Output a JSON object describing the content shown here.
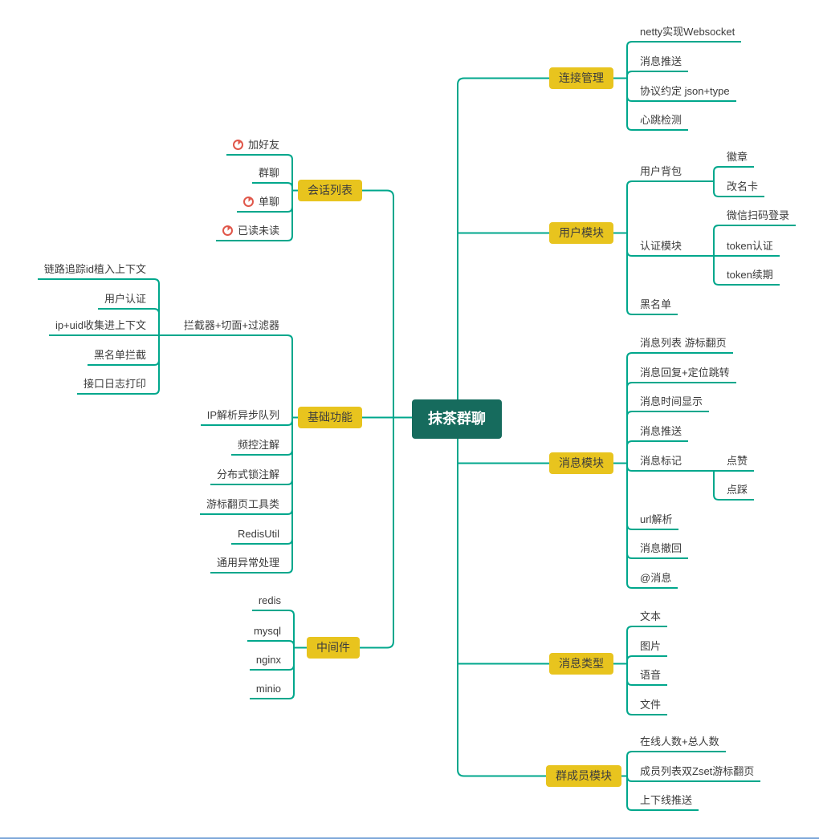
{
  "root": {
    "label": "抹茶群聊"
  },
  "colors": {
    "line": "#00a78c",
    "branch": "#e8c41e",
    "root": "#166b5d",
    "icon": "#e0574a"
  },
  "branches": {
    "right": [
      {
        "label": "连接管理",
        "children": [
          {
            "label": "netty实现Websocket"
          },
          {
            "label": "消息推送"
          },
          {
            "label": "协议约定 json+type"
          },
          {
            "label": "心跳检测"
          }
        ]
      },
      {
        "label": "用户模块",
        "children": [
          {
            "label": "用户背包",
            "children": [
              {
                "label": "徽章"
              },
              {
                "label": "改名卡"
              }
            ]
          },
          {
            "label": "认证模块",
            "children": [
              {
                "label": "微信扫码登录"
              },
              {
                "label": "token认证"
              },
              {
                "label": "token续期"
              }
            ]
          },
          {
            "label": "黑名单"
          }
        ]
      },
      {
        "label": "消息模块",
        "children": [
          {
            "label": "消息列表 游标翻页"
          },
          {
            "label": "消息回复+定位跳转"
          },
          {
            "label": "消息时间显示"
          },
          {
            "label": "消息推送"
          },
          {
            "label": "消息标记",
            "children": [
              {
                "label": "点赞"
              },
              {
                "label": "点踩"
              }
            ]
          },
          {
            "label": "url解析"
          },
          {
            "label": "消息撤回"
          },
          {
            "label": "@消息"
          }
        ]
      },
      {
        "label": "消息类型",
        "children": [
          {
            "label": "文本"
          },
          {
            "label": "图片"
          },
          {
            "label": "语音"
          },
          {
            "label": "文件"
          }
        ]
      },
      {
        "label": "群成员模块",
        "children": [
          {
            "label": "在线人数+总人数"
          },
          {
            "label": "成员列表双Zset游标翻页"
          },
          {
            "label": "上下线推送"
          }
        ]
      }
    ],
    "left": [
      {
        "label": "会话列表",
        "children": [
          {
            "label": "加好友",
            "icon": "progress-icon"
          },
          {
            "label": "群聊"
          },
          {
            "label": "单聊",
            "icon": "progress-icon"
          },
          {
            "label": "已读未读",
            "icon": "progress-icon"
          }
        ]
      },
      {
        "label": "基础功能",
        "children": [
          {
            "label": "拦截器+切面+过滤器",
            "children": [
              {
                "label": "链路追踪id植入上下文"
              },
              {
                "label": "用户认证"
              },
              {
                "label": "ip+uid收集进上下文"
              },
              {
                "label": "黑名单拦截"
              },
              {
                "label": "接口日志打印"
              }
            ]
          },
          {
            "label": "IP解析异步队列"
          },
          {
            "label": "频控注解"
          },
          {
            "label": "分布式锁注解"
          },
          {
            "label": "游标翻页工具类"
          },
          {
            "label": "RedisUtil"
          },
          {
            "label": "通用异常处理"
          }
        ]
      },
      {
        "label": "中间件",
        "children": [
          {
            "label": "redis"
          },
          {
            "label": "mysql"
          },
          {
            "label": "nginx"
          },
          {
            "label": "minio"
          }
        ]
      }
    ]
  }
}
